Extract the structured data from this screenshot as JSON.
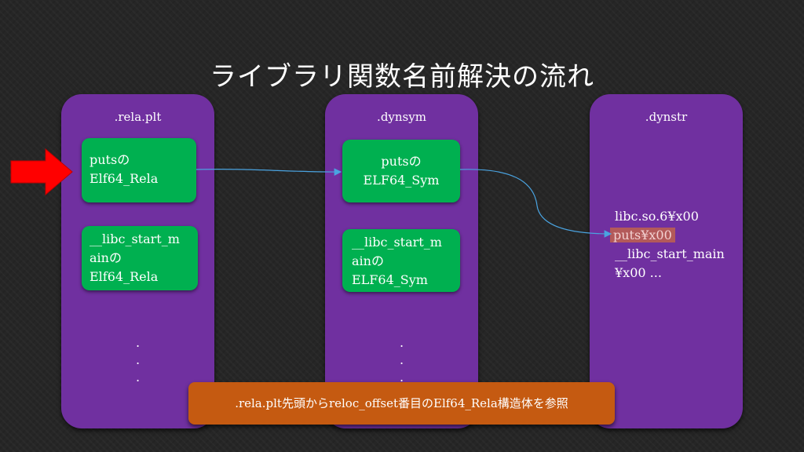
{
  "title": "ライブラリ関数名前解決の流れ",
  "columns": [
    {
      "label": ".rela.plt",
      "entries": [
        "putsの\nElf64_Rela",
        "__libc_start_m\nainの\nElf64_Rela"
      ],
      "dots": ".\n.\n."
    },
    {
      "label": ".dynsym",
      "entries": [
        "putsの\nELF64_Sym",
        "__libc_start_m\nainの\nELF64_Sym"
      ],
      "dots": ".\n.\n."
    },
    {
      "label": ".dynstr",
      "strings": [
        "libc.so.6¥x00",
        "puts¥x00",
        "__libc_start_main",
        "¥x00 ..."
      ]
    }
  ],
  "callout": ".rela.plt先頭からreloc_offset番目のElf64_Rela構造体を参照",
  "colors": {
    "background": "#262626",
    "column": "#7030a0",
    "entry": "#00b050",
    "callout": "#c55a11",
    "pointer_arrow": "#ff0000",
    "connector": "#4aa3e0",
    "highlight": "#b35a5a"
  }
}
